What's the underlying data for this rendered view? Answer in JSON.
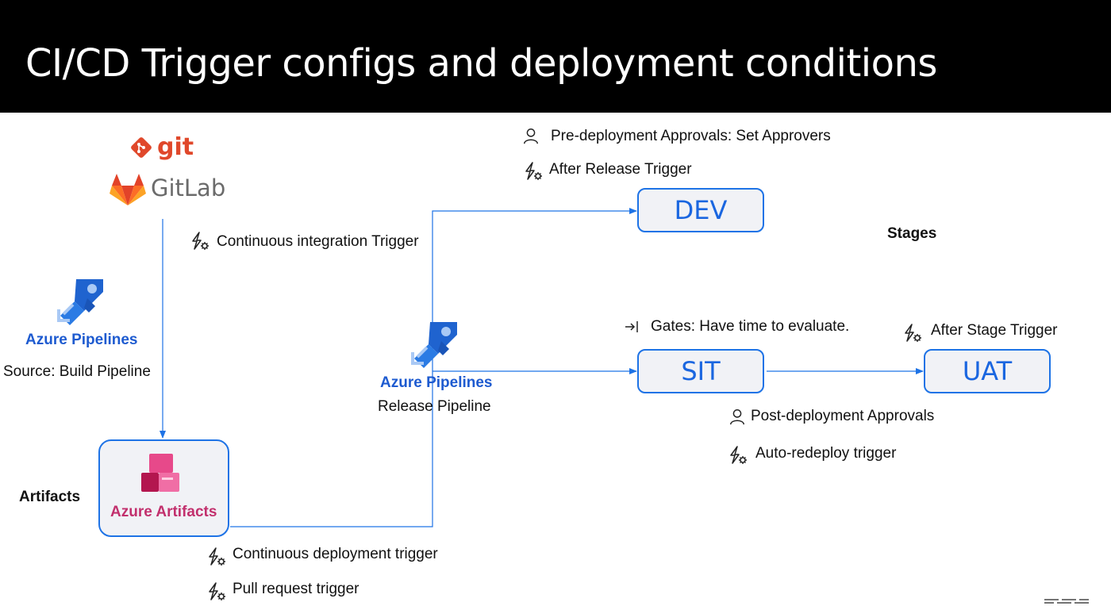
{
  "title": "CI/CD Trigger configs and deployment conditions",
  "source": {
    "git_label": "git",
    "gitlab_label": "GitLab",
    "build_brand": "Azure Pipelines",
    "build_caption": "Source: Build Pipeline"
  },
  "artifacts": {
    "side_label": "Artifacts",
    "brand": "Azure Artifacts"
  },
  "release": {
    "brand": "Azure Pipelines",
    "caption": "Release Pipeline"
  },
  "triggers": {
    "ci": "Continuous integration Trigger",
    "cd": "Continuous deployment trigger",
    "pr": "Pull request trigger",
    "after_release": "After Release Trigger",
    "after_stage": "After Stage Trigger",
    "auto_redeploy": "Auto-redeploy trigger"
  },
  "conditions": {
    "pre_approvals": "Pre-deployment Approvals: Set Approvers",
    "gates": "Gates: Have time to evaluate.",
    "post_approvals": "Post-deployment Approvals"
  },
  "stages": {
    "label": "Stages",
    "dev": "DEV",
    "sit": "SIT",
    "uat": "UAT"
  },
  "colors": {
    "connector": "#1e73e6",
    "stage_text": "#1a66e0",
    "pipelines_brand": "#1e5bd0",
    "artifacts_brand": "#c2306d",
    "git": "#e0482b"
  }
}
